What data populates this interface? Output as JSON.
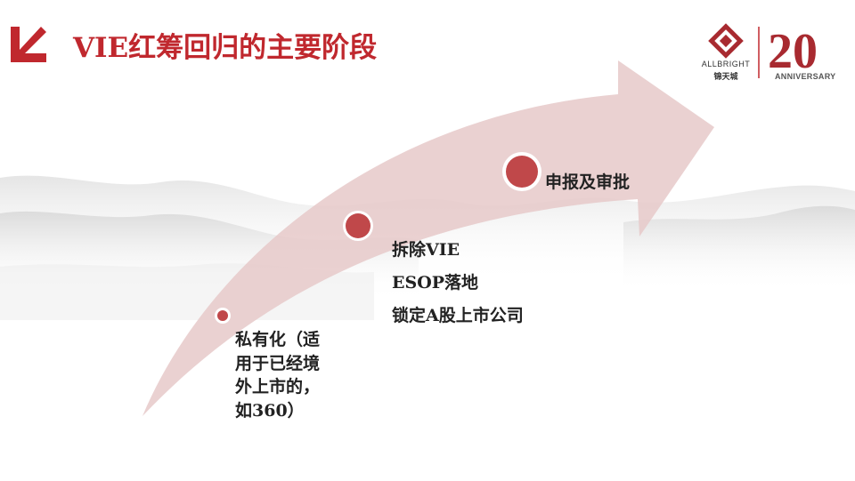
{
  "title": "VIE红筹回归的主要阶段",
  "logo": {
    "name": "ALLBRIGHT",
    "cn_name": "锦天城",
    "anniversary_number": "20",
    "anniversary_label": "ANNIVERSARY"
  },
  "stages": [
    {
      "lines": [
        "私有化（适",
        "用于已经境",
        "外上市的，",
        "如360）"
      ]
    },
    {
      "lines": [
        "拆除VIE",
        "ESOP落地",
        "锁定A股上市公司"
      ]
    },
    {
      "lines": [
        "申报及审批"
      ]
    }
  ],
  "colors": {
    "accent": "#c0282e",
    "arrow": "#e6c9c9",
    "dot": "#c0484a"
  }
}
